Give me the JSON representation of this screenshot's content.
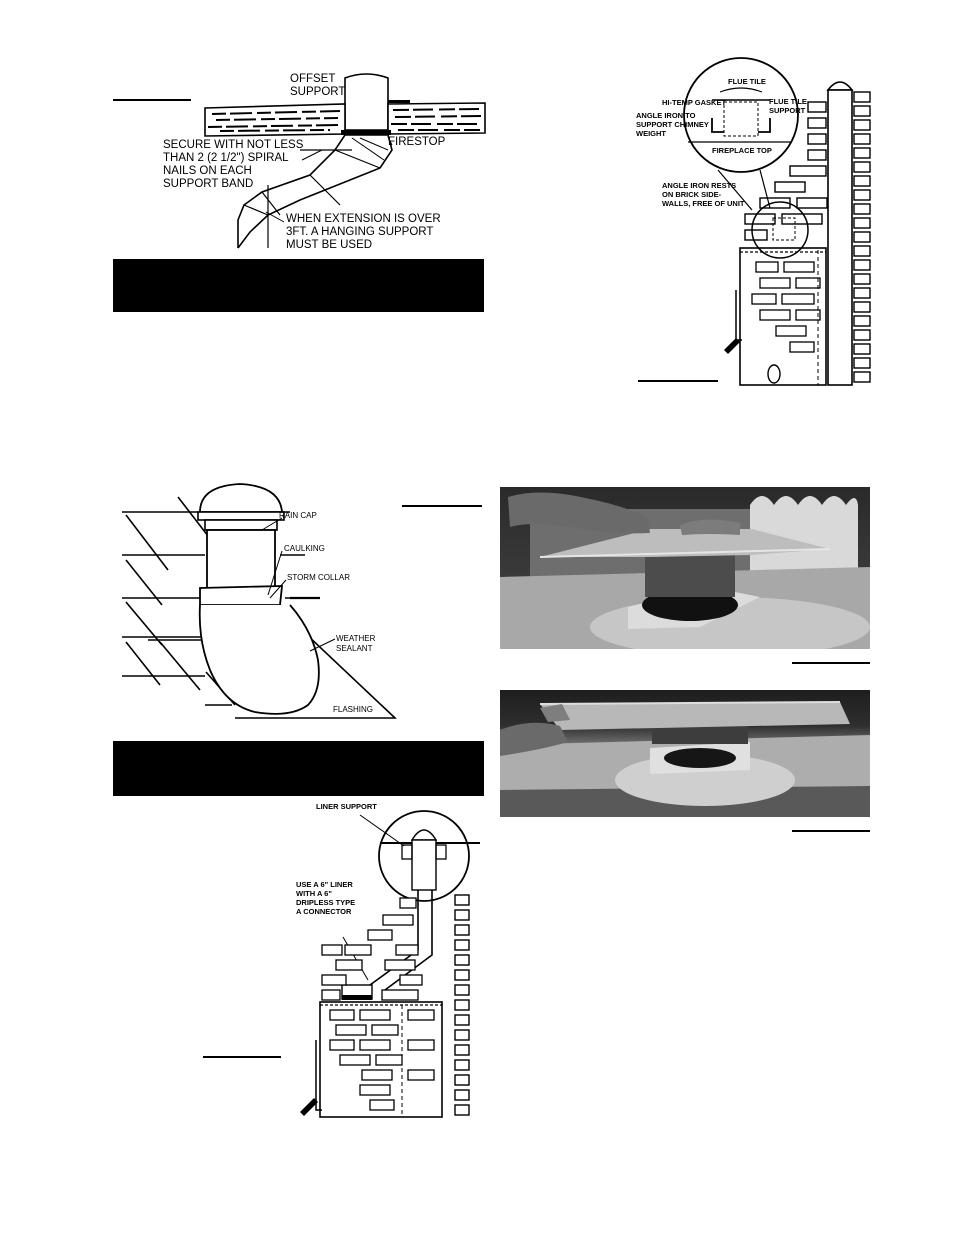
{
  "fig_offset": {
    "offset_support": [
      "OFFSET",
      "SUPPORT"
    ],
    "firestop": "FIRESTOP",
    "secure": [
      "SECURE WITH NOT LESS",
      "THAN 2 (2 1/2\") SPIRAL",
      "NAILS ON EACH",
      "SUPPORT BAND"
    ],
    "extension": [
      "WHEN EXTENSION IS OVER",
      "3FT. A HANGING SUPPORT",
      "MUST BE USED"
    ]
  },
  "fig_fireplace": {
    "flue_tile": "FLUE TILE",
    "hi_temp_gasket": "HI-TEMP GASKET",
    "flue_tile_support": [
      "FLUE TILE",
      "SUPPORT"
    ],
    "angle_iron": [
      "ANGLE IRON TO",
      "SUPPORT CHIMNEY",
      "WEIGHT"
    ],
    "fireplace_top": "FIREPLACE TOP",
    "angle_iron_rests": [
      "ANGLE IRON RESTS",
      "ON BRICK SIDE-",
      "WALLS, FREE OF UNIT"
    ]
  },
  "fig_raincap": {
    "rain_cap": "RAIN CAP",
    "caulking": "CAULKING",
    "storm_collar": "STORM COLLAR",
    "weather_sealant": [
      "WEATHER",
      "SEALANT"
    ],
    "flashing": "FLASHING"
  },
  "fig_liner": {
    "liner_support": "LINER SUPPORT",
    "use_liner": [
      "USE A 6\" LINER",
      "WITH A 6\"",
      "DRIPLESS TYPE",
      "A CONNECTOR"
    ]
  }
}
